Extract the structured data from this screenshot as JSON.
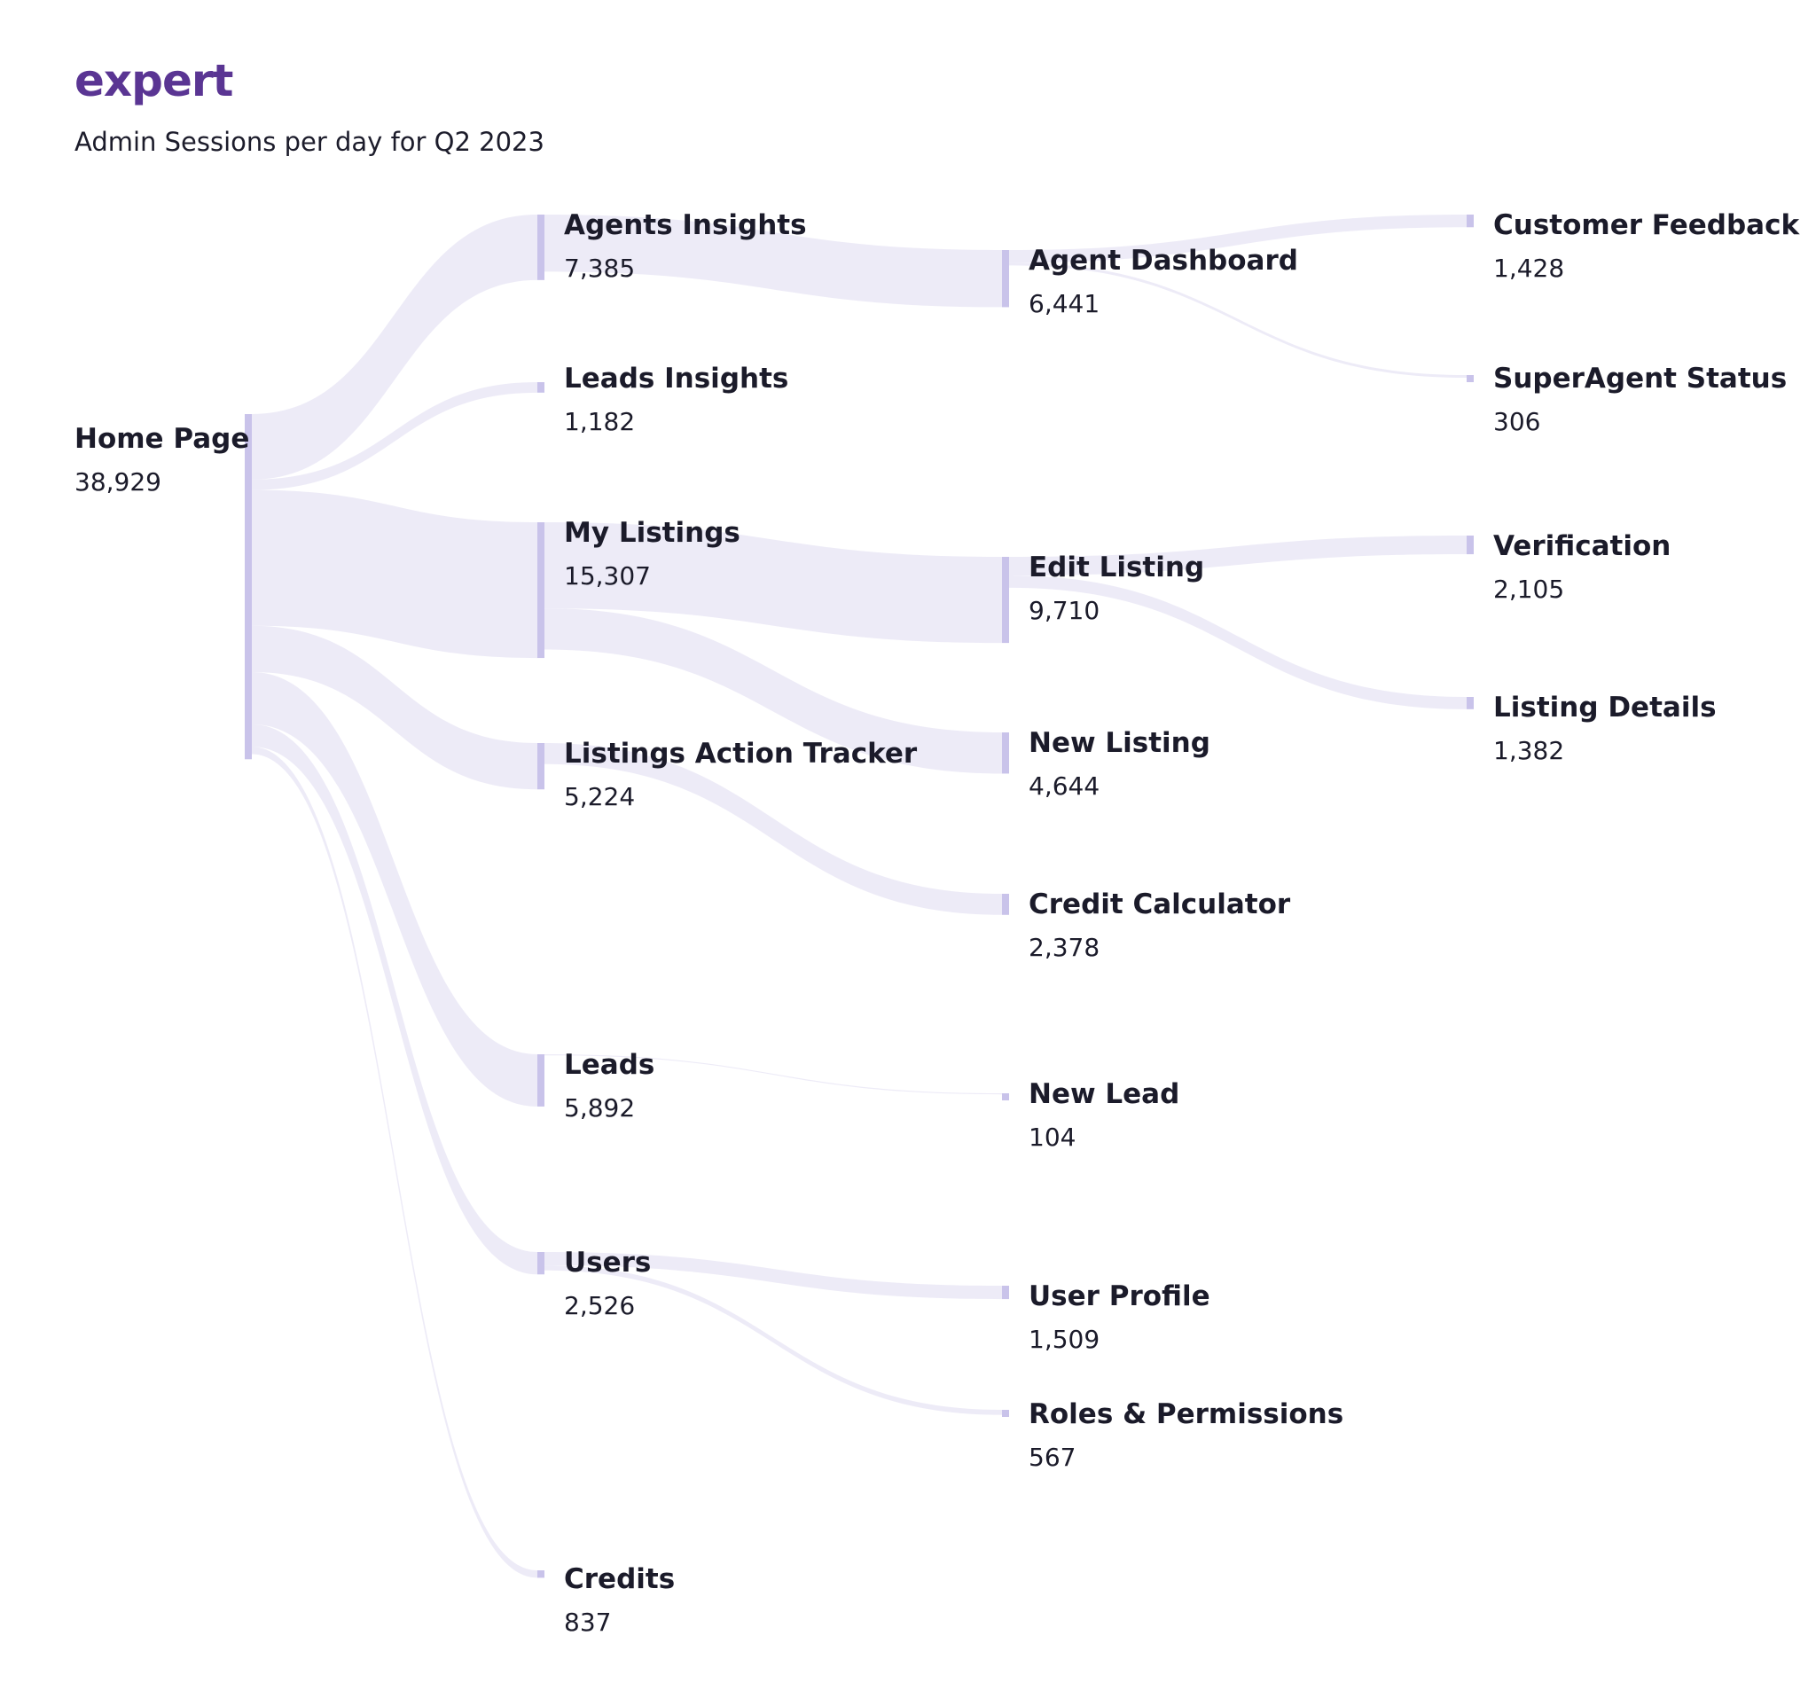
{
  "header": {
    "logo_text": "expert",
    "subtitle": "Admin Sessions per day for Q2 2023"
  },
  "colors": {
    "brand": "#5a3593",
    "flow": "#dedaf0",
    "node_bar": "#c9c3ea",
    "text": "#1b1b2a"
  },
  "chart_data": {
    "type": "sankey",
    "nodes": [
      {
        "id": "home",
        "name": "Home Page",
        "value": 38929,
        "value_label": "38,929"
      },
      {
        "id": "agents_insights",
        "name": "Agents Insights",
        "value": 7385,
        "value_label": "7,385"
      },
      {
        "id": "leads_insights",
        "name": "Leads Insights",
        "value": 1182,
        "value_label": "1,182"
      },
      {
        "id": "my_listings",
        "name": "My Listings",
        "value": 15307,
        "value_label": "15,307"
      },
      {
        "id": "listings_action_tracker",
        "name": "Listings Action Tracker",
        "value": 5224,
        "value_label": "5,224"
      },
      {
        "id": "leads",
        "name": "Leads",
        "value": 5892,
        "value_label": "5,892"
      },
      {
        "id": "users",
        "name": "Users",
        "value": 2526,
        "value_label": "2,526"
      },
      {
        "id": "credits",
        "name": "Credits",
        "value": 837,
        "value_label": "837"
      },
      {
        "id": "agent_dashboard",
        "name": "Agent Dashboard",
        "value": 6441,
        "value_label": "6,441"
      },
      {
        "id": "edit_listing",
        "name": "Edit Listing",
        "value": 9710,
        "value_label": "9,710"
      },
      {
        "id": "new_listing",
        "name": "New Listing",
        "value": 4644,
        "value_label": "4,644"
      },
      {
        "id": "credit_calculator",
        "name": "Credit Calculator",
        "value": 2378,
        "value_label": "2,378"
      },
      {
        "id": "new_lead",
        "name": "New Lead",
        "value": 104,
        "value_label": "104"
      },
      {
        "id": "user_profile",
        "name": "User Profile",
        "value": 1509,
        "value_label": "1,509"
      },
      {
        "id": "roles_permissions",
        "name": "Roles & Permissions",
        "value": 567,
        "value_label": "567"
      },
      {
        "id": "customer_feedback",
        "name": "Customer Feedback",
        "value": 1428,
        "value_label": "1,428"
      },
      {
        "id": "superagent_status",
        "name": "SuperAgent Status",
        "value": 306,
        "value_label": "306"
      },
      {
        "id": "verification",
        "name": "Verification",
        "value": 2105,
        "value_label": "2,105"
      },
      {
        "id": "listing_details",
        "name": "Listing Details",
        "value": 1382,
        "value_label": "1,382"
      }
    ],
    "links": [
      {
        "source": "home",
        "target": "agents_insights",
        "value": 7385
      },
      {
        "source": "home",
        "target": "leads_insights",
        "value": 1182
      },
      {
        "source": "home",
        "target": "my_listings",
        "value": 15307
      },
      {
        "source": "home",
        "target": "listings_action_tracker",
        "value": 5224
      },
      {
        "source": "home",
        "target": "leads",
        "value": 5892
      },
      {
        "source": "home",
        "target": "users",
        "value": 2526
      },
      {
        "source": "home",
        "target": "credits",
        "value": 837
      },
      {
        "source": "agents_insights",
        "target": "agent_dashboard",
        "value": 6441
      },
      {
        "source": "my_listings",
        "target": "edit_listing",
        "value": 9710
      },
      {
        "source": "my_listings",
        "target": "new_listing",
        "value": 4644
      },
      {
        "source": "listings_action_tracker",
        "target": "credit_calculator",
        "value": 2378
      },
      {
        "source": "leads",
        "target": "new_lead",
        "value": 104
      },
      {
        "source": "users",
        "target": "user_profile",
        "value": 1509
      },
      {
        "source": "users",
        "target": "roles_permissions",
        "value": 567
      },
      {
        "source": "agent_dashboard",
        "target": "customer_feedback",
        "value": 1428
      },
      {
        "source": "agent_dashboard",
        "target": "superagent_status",
        "value": 306
      },
      {
        "source": "edit_listing",
        "target": "verification",
        "value": 2105
      },
      {
        "source": "edit_listing",
        "target": "listing_details",
        "value": 1382
      }
    ]
  }
}
